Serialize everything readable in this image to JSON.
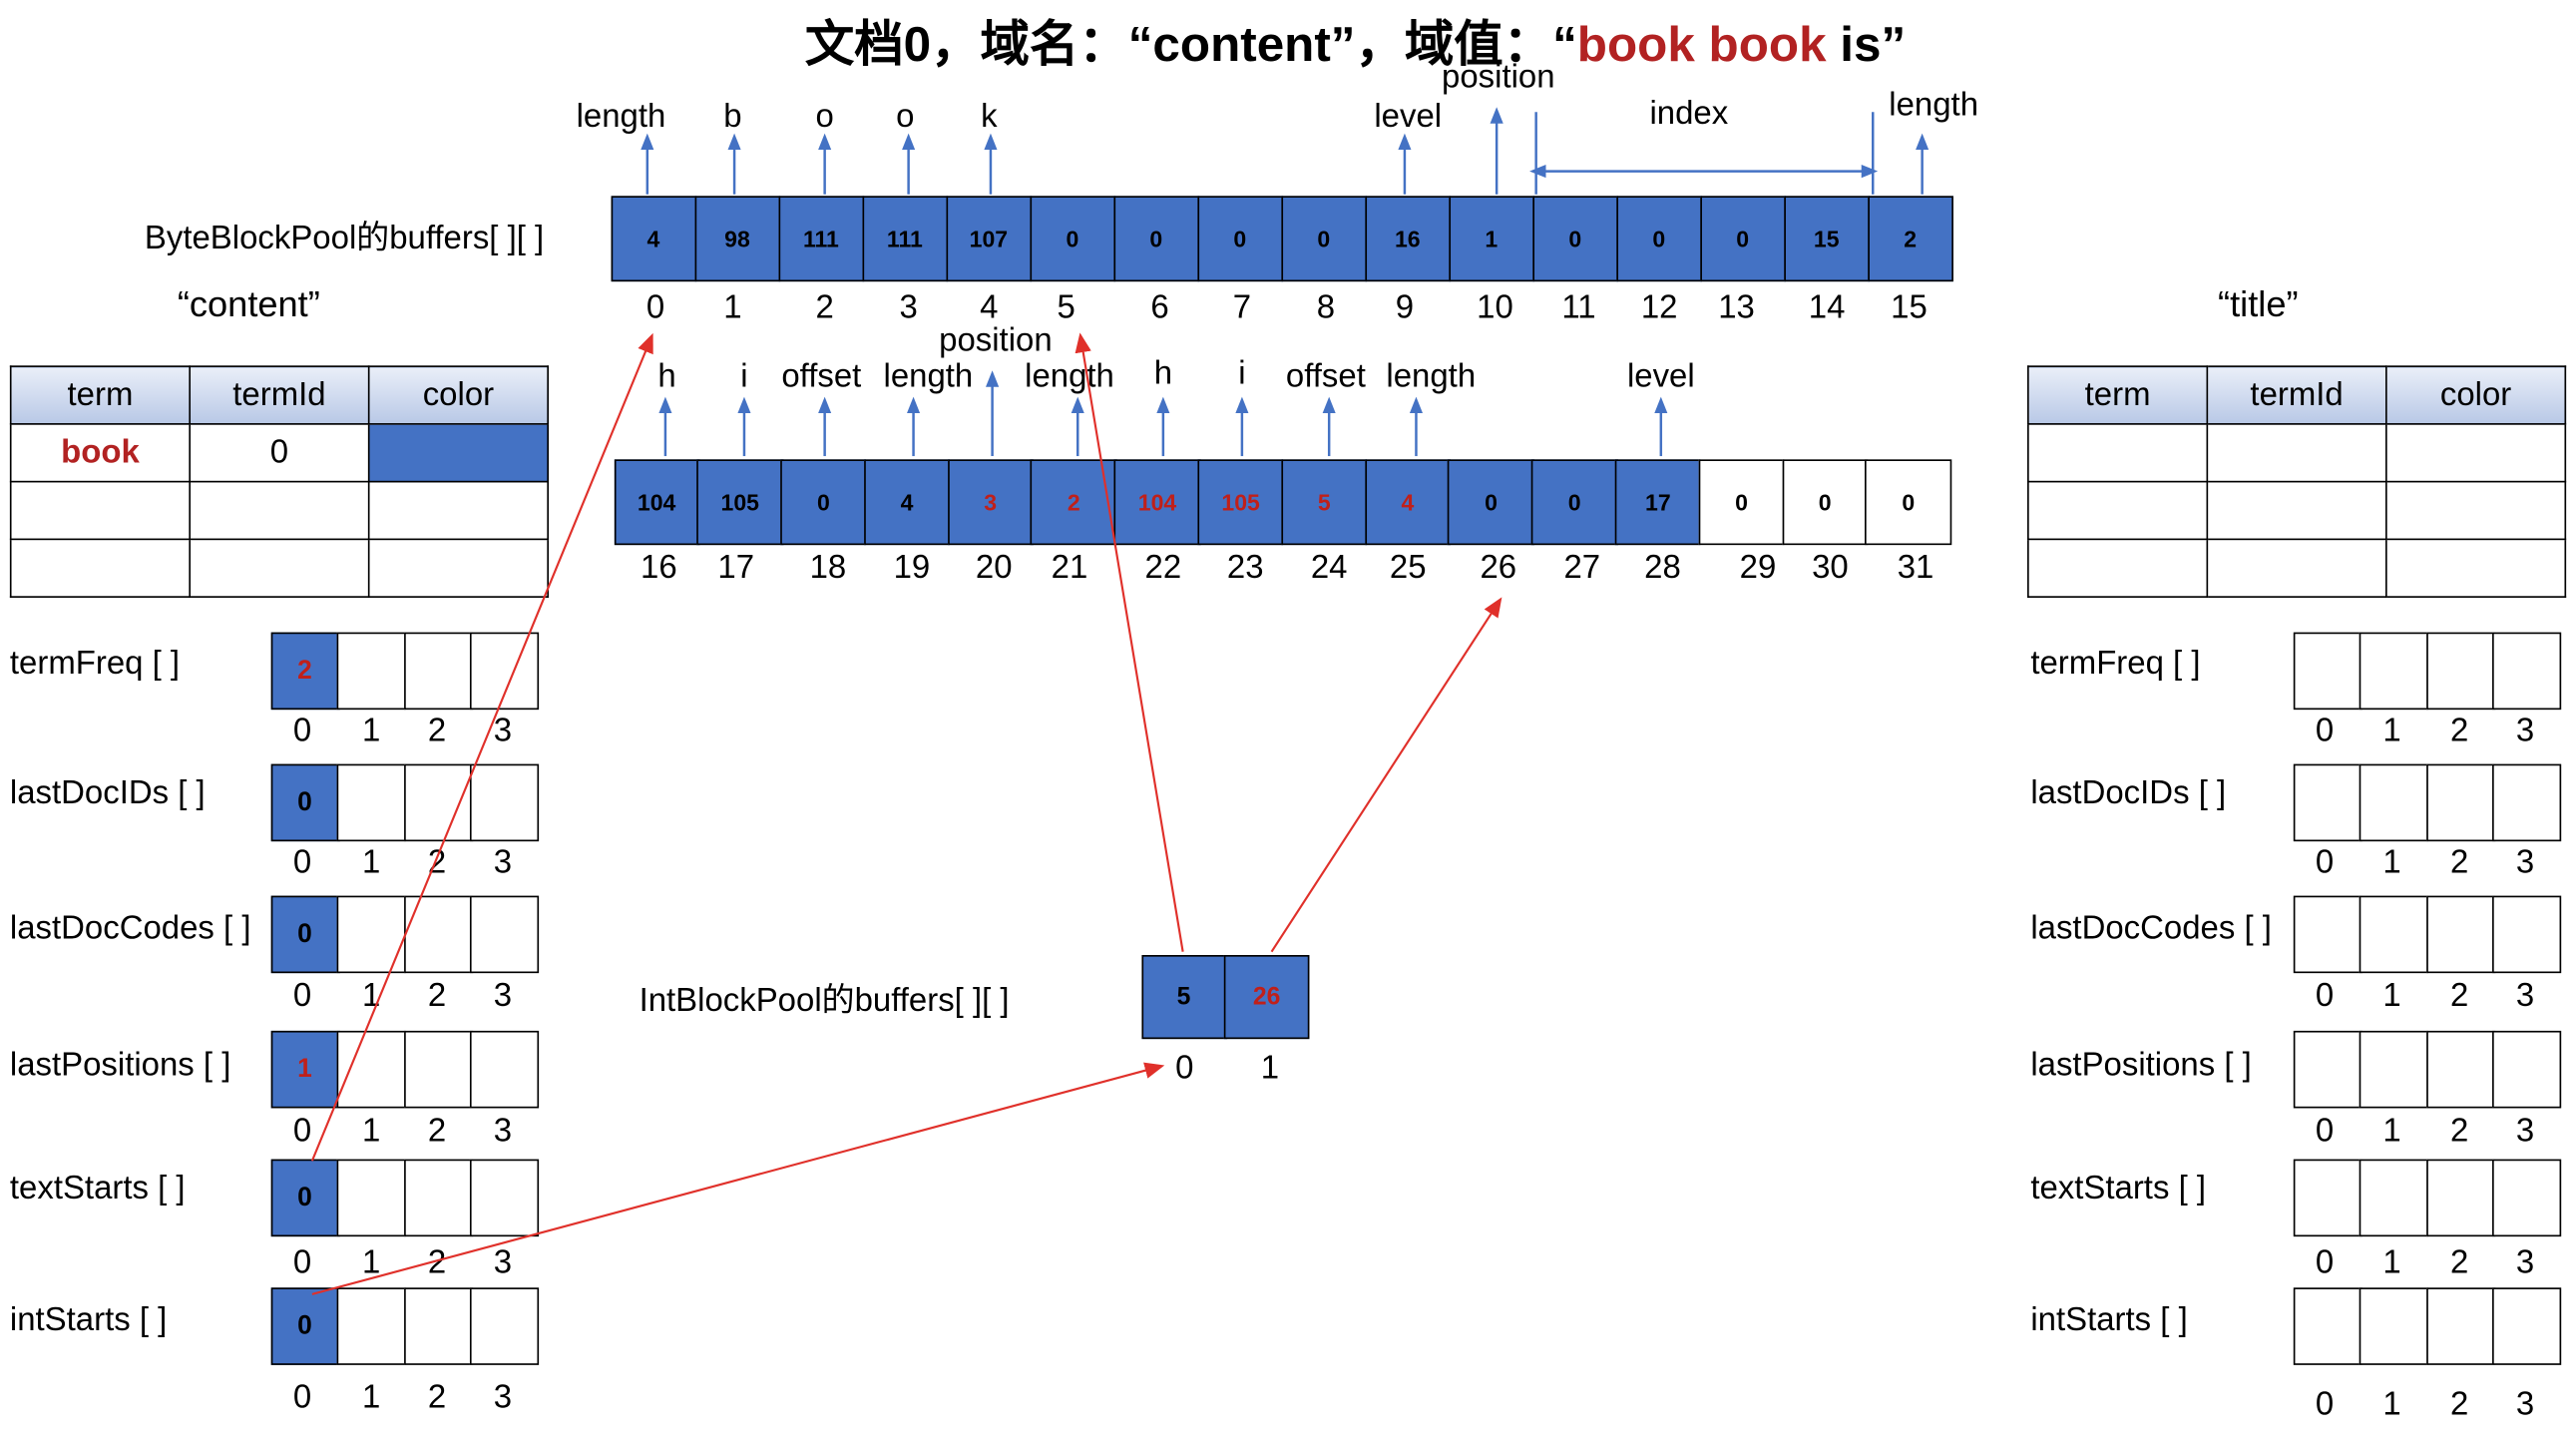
{
  "title": {
    "prefix": "文档0，域名：“content”，域值：“",
    "book1": "book ",
    "book2": "book",
    "suffix": " is”"
  },
  "byte_pool": {
    "label": "ByteBlockPool的buffers[ ][ ]",
    "row1": {
      "values": [
        "4",
        "98",
        "111",
        "111",
        "107",
        "0",
        "0",
        "0",
        "0",
        "16",
        "1",
        "0",
        "0",
        "0",
        "15",
        "2"
      ],
      "indices": [
        "0",
        "1",
        "2",
        "3",
        "4",
        "5",
        "6",
        "7",
        "8",
        "9",
        "10",
        "11",
        "12",
        "13",
        "14",
        "15"
      ],
      "blue": [
        true,
        true,
        true,
        true,
        true,
        true,
        true,
        true,
        true,
        true,
        true,
        true,
        true,
        true,
        true,
        true
      ],
      "red": [
        false,
        false,
        false,
        false,
        false,
        false,
        false,
        false,
        false,
        false,
        false,
        false,
        false,
        false,
        false,
        false
      ]
    },
    "row2": {
      "values": [
        "104",
        "105",
        "0",
        "4",
        "3",
        "2",
        "104",
        "105",
        "5",
        "4",
        "0",
        "0",
        "17",
        "0",
        "0",
        "0"
      ],
      "indices": [
        "16",
        "17",
        "18",
        "19",
        "20",
        "21",
        "22",
        "23",
        "24",
        "25",
        "26",
        "27",
        "28",
        "29",
        "30",
        "31"
      ],
      "blue": [
        true,
        true,
        true,
        true,
        true,
        true,
        true,
        true,
        true,
        true,
        true,
        true,
        true,
        false,
        false,
        false
      ],
      "red": [
        false,
        false,
        false,
        false,
        true,
        true,
        true,
        true,
        true,
        true,
        false,
        false,
        false,
        false,
        false,
        false
      ]
    },
    "row1_pointer_labels": [
      "length",
      "b",
      "o",
      "o",
      "k",
      "level",
      "position",
      "index",
      "length"
    ],
    "row2_pointer_labels": [
      "h",
      "i",
      "offset",
      "length",
      "position",
      "length",
      "h",
      "i",
      "offset",
      "length",
      "level"
    ]
  },
  "content_field": {
    "name": "“content”",
    "headers": [
      "term",
      "termId",
      "color"
    ],
    "rows": [
      [
        "book",
        "0",
        ""
      ],
      [
        "",
        "",
        ""
      ],
      [
        "",
        "",
        ""
      ]
    ]
  },
  "title_field": {
    "name": "“title”",
    "headers": [
      "term",
      "termId",
      "color"
    ],
    "rows": [
      [
        "",
        "",
        ""
      ],
      [
        "",
        "",
        ""
      ],
      [
        "",
        "",
        ""
      ]
    ]
  },
  "left_arrays": [
    {
      "name": "termFreq [ ]",
      "values": [
        "2",
        "",
        "",
        ""
      ],
      "red": true
    },
    {
      "name": "lastDocIDs [ ]",
      "values": [
        "0",
        "",
        "",
        ""
      ],
      "red": false
    },
    {
      "name": "lastDocCodes [ ]",
      "values": [
        "0",
        "",
        "",
        ""
      ],
      "red": false
    },
    {
      "name": "lastPositions [ ]",
      "values": [
        "1",
        "",
        "",
        ""
      ],
      "red": true
    },
    {
      "name": "textStarts [ ]",
      "values": [
        "0",
        "",
        "",
        ""
      ],
      "red": false
    },
    {
      "name": "intStarts [ ]",
      "values": [
        "0",
        "",
        "",
        ""
      ],
      "red": false
    }
  ],
  "right_arrays": [
    {
      "name": "termFreq [ ]"
    },
    {
      "name": "lastDocIDs [ ]"
    },
    {
      "name": "lastDocCodes [ ]"
    },
    {
      "name": "lastPositions [ ]"
    },
    {
      "name": "textStarts [ ]"
    },
    {
      "name": "intStarts [ ]"
    }
  ],
  "array_indices": [
    "0",
    "1",
    "2",
    "3"
  ],
  "int_pool": {
    "label": "IntBlockPool的buffers[ ][ ]",
    "values": [
      "5",
      "26"
    ],
    "indices": [
      "0",
      "1"
    ]
  },
  "colors": {
    "blue": "#4472c4",
    "pointer": "#4472c4",
    "red_arrow": "#e0302a",
    "red_text": "#c0201a"
  }
}
